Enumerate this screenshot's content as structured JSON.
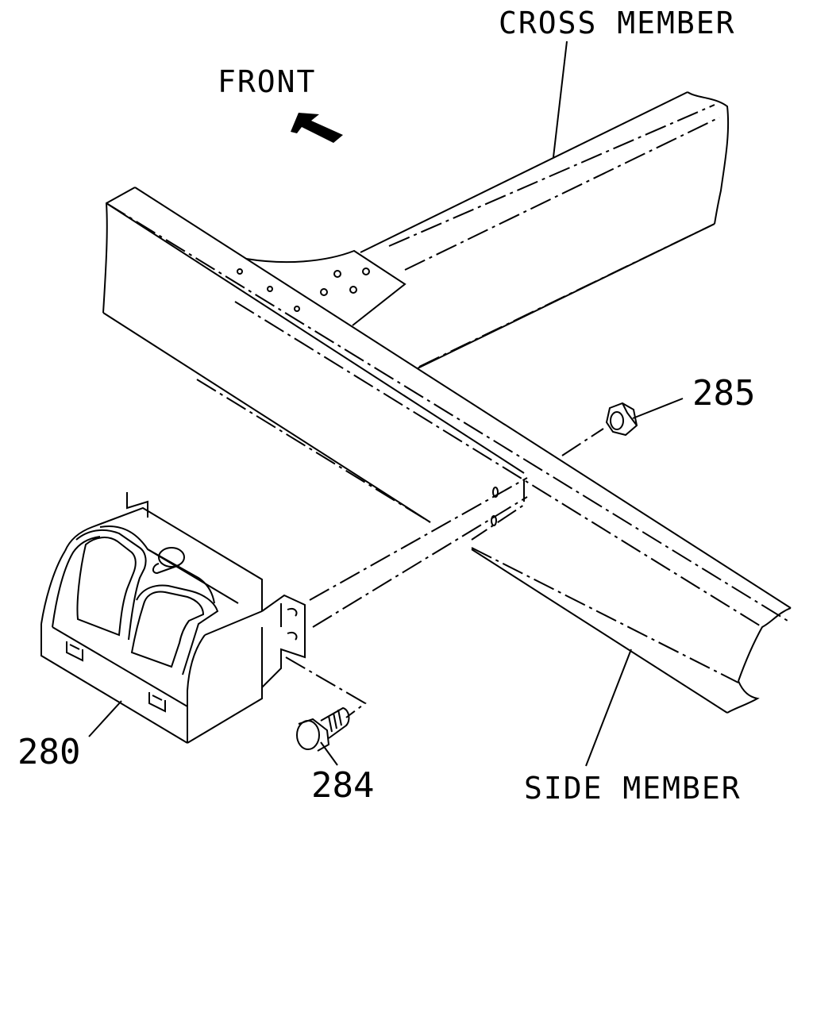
{
  "labels": {
    "cross_member": "CROSS MEMBER",
    "front": "FRONT",
    "side_member": "SIDE MEMBER"
  },
  "parts": {
    "p280": "280",
    "p284": "284",
    "p285": "285"
  },
  "colors": {
    "ink": "#000000",
    "paper": "#ffffff"
  },
  "icons": {
    "front_arrow": "arrow-front-icon"
  }
}
